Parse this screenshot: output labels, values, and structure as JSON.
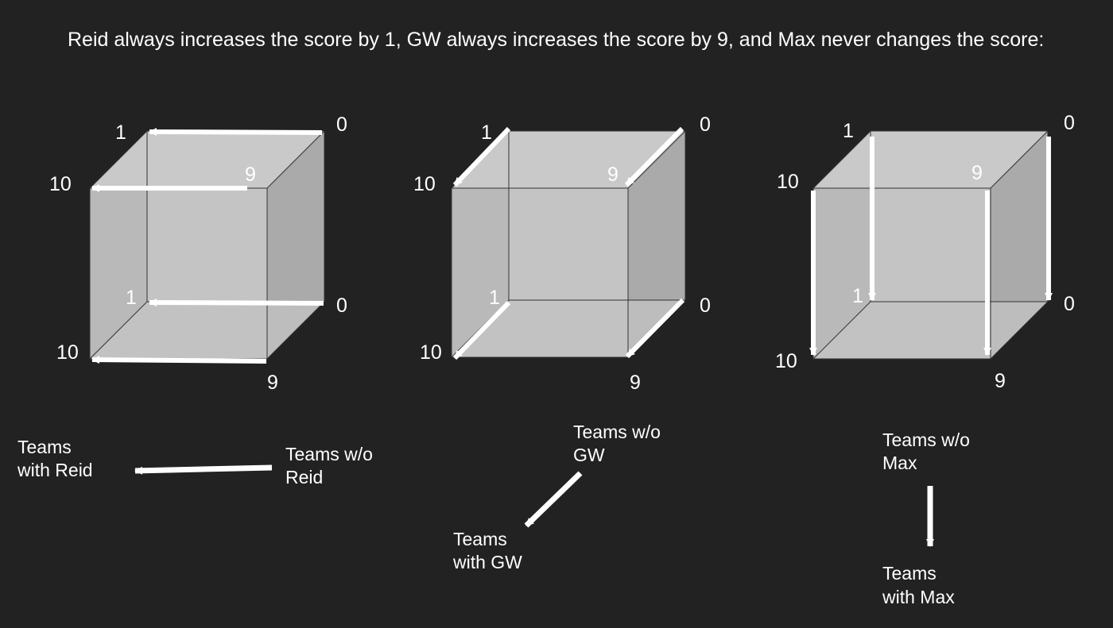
{
  "title": "Reid always increases the score by 1, GW always increases the score by 9, and Max never changes the score:",
  "panels": [
    {
      "id": "reid",
      "labels": {
        "v0_top": "0",
        "v1_top": "1",
        "v9_top": "9",
        "v10_top": "10",
        "v0_bot": "0",
        "v1_bot": "1",
        "v9_bot": "9",
        "v10_bot": "10"
      },
      "legend": {
        "from": [
          "Teams w/o",
          "Reid"
        ],
        "to": [
          "Teams",
          "with Reid"
        ]
      }
    },
    {
      "id": "gw",
      "labels": {
        "v0_top": "0",
        "v1_top": "1",
        "v9_top": "9",
        "v10_top": "10",
        "v0_bot": "0",
        "v1_bot": "1",
        "v9_bot": "9",
        "v10_bot": "10"
      },
      "legend": {
        "from": [
          "Teams w/o",
          "GW"
        ],
        "to": [
          "Teams",
          "with GW"
        ]
      }
    },
    {
      "id": "max",
      "labels": {
        "v0_top": "0",
        "v1_top": "1",
        "v9_top": "9",
        "v10_top": "10",
        "v0_bot": "0",
        "v1_bot": "1",
        "v9_bot": "9",
        "v10_bot": "10"
      },
      "legend": {
        "from": [
          "Teams w/o",
          "Max"
        ],
        "to": [
          "Teams",
          "with Max"
        ]
      }
    }
  ]
}
